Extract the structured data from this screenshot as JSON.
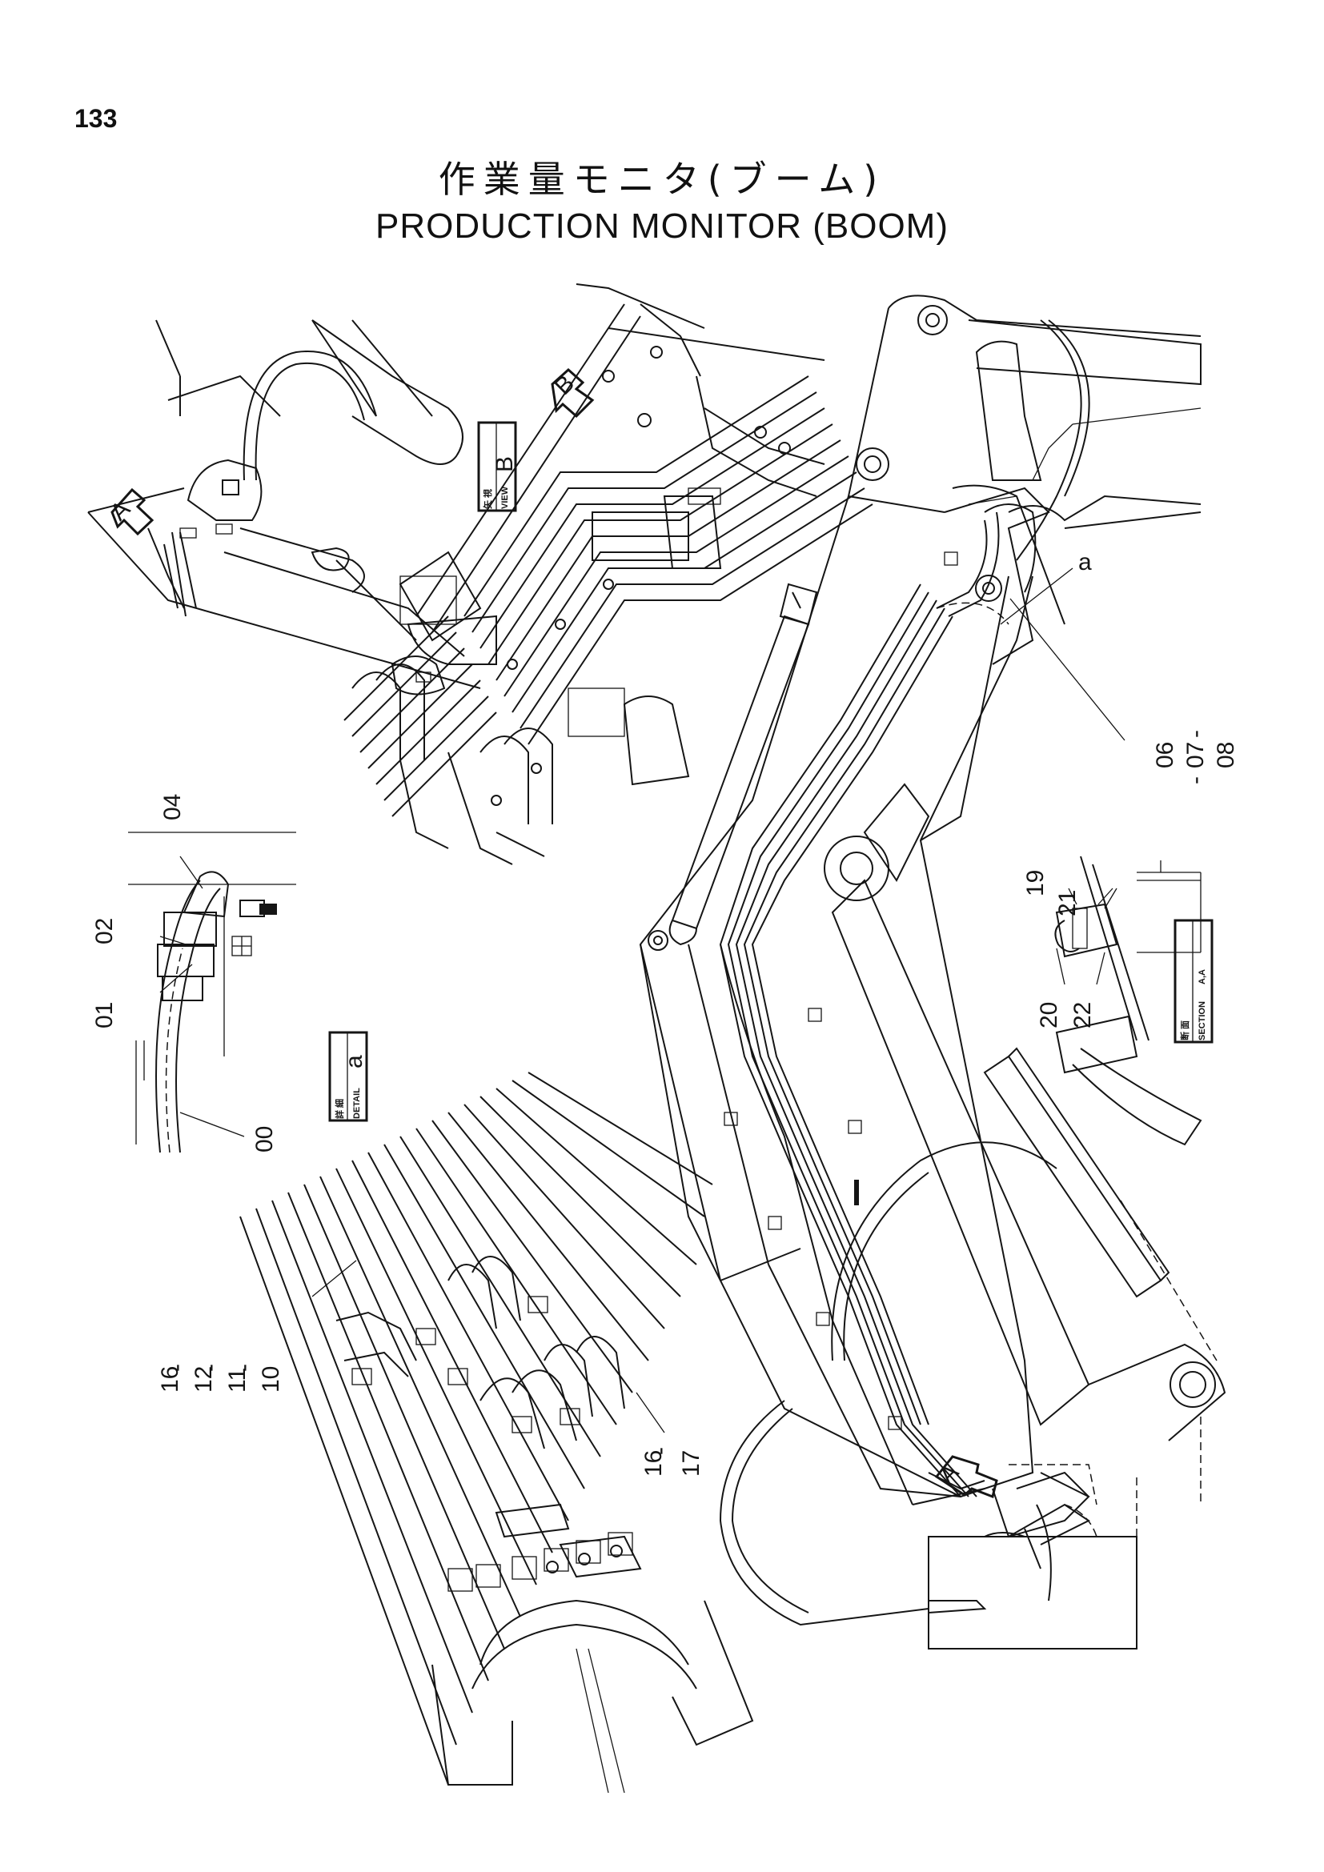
{
  "page_number": "133",
  "title": {
    "jp": "作業量モニタ(ブーム)",
    "en": "PRODUCTION   MONITOR (BOOM)"
  },
  "views": {
    "view_b": {
      "jp": "矢 視",
      "en": "VIEW",
      "letter": "B"
    },
    "detail_a": {
      "jp": "詳 細",
      "en": "DETAIL",
      "letter": "a"
    },
    "section_aa": {
      "jp": "断 面",
      "en": "SECTION",
      "letter": "A,A"
    }
  },
  "arrows": {
    "a_top": "A",
    "b_top": "B",
    "a_main": "A"
  },
  "callouts": {
    "c00": "00",
    "c01": "01",
    "c02": "02",
    "c04": "04",
    "c06": "06",
    "c07": "07",
    "c08": "08",
    "c10": "10",
    "c11": "11",
    "c12": "12",
    "c16a": "16",
    "c16b": "16",
    "c17": "17",
    "c19": "19",
    "c20": "20",
    "c21": "21",
    "c22": "22",
    "ca": "a",
    "dash": "-"
  }
}
